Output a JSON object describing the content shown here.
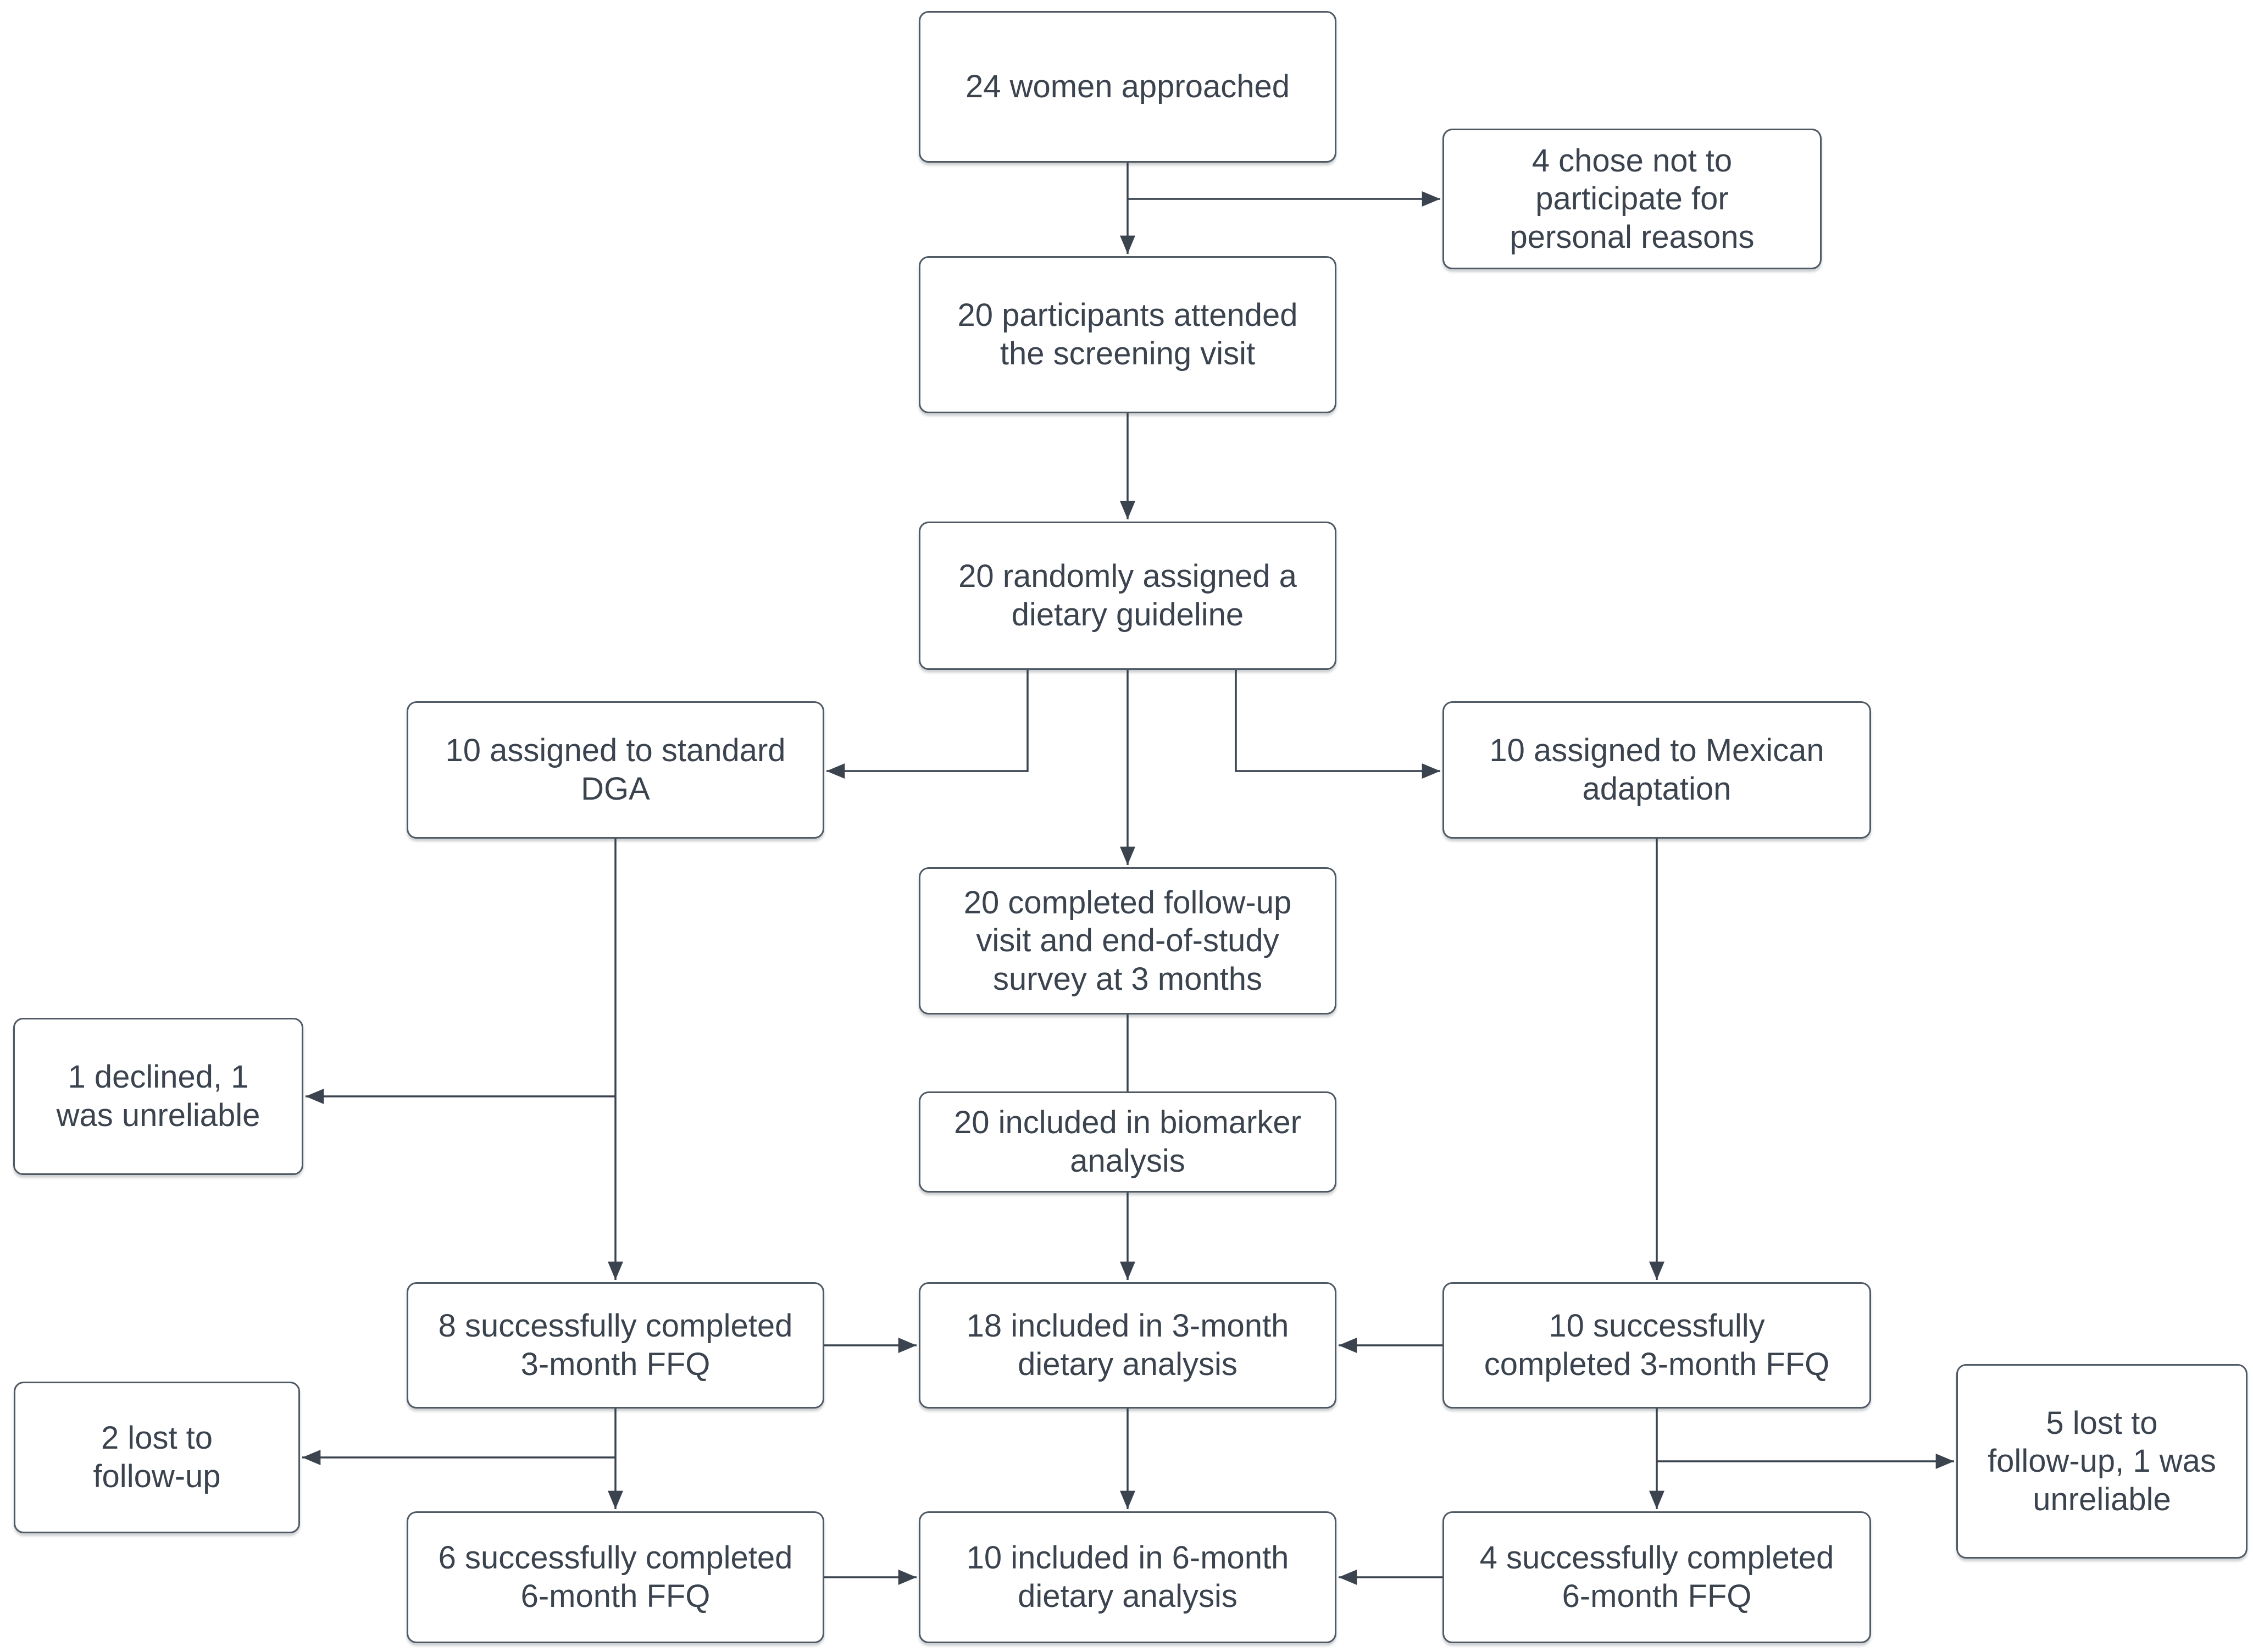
{
  "diagram": {
    "type": "flowchart",
    "background_color": "#ffffff",
    "node_fill_color": "#ffffff",
    "node_border_color": "#505a64",
    "text_color": "#3a434e",
    "connector_color": "#3a434e",
    "nodes": [
      {
        "id": "approached",
        "label": "24 women approached"
      },
      {
        "id": "not-participate",
        "label": "4 chose not to\nparticipate for\npersonal reasons"
      },
      {
        "id": "screening",
        "label": "20 participants attended\nthe screening visit"
      },
      {
        "id": "randomized",
        "label": "20 randomly assigned a\ndietary guideline"
      },
      {
        "id": "standard-dga",
        "label": "10 assigned to standard\nDGA"
      },
      {
        "id": "mexican-adaptation",
        "label": "10 assigned to Mexican\nadaptation"
      },
      {
        "id": "followup-3-months",
        "label": "20 completed follow-up\nvisit and end-of-study\nsurvey at 3 months"
      },
      {
        "id": "declined-unreliable",
        "label": "1 declined, 1\nwas unreliable"
      },
      {
        "id": "biomarker-analysis",
        "label": "20 included in biomarker\nanalysis"
      },
      {
        "id": "ffq-3month-dga",
        "label": "8 successfully completed\n3-month FFQ"
      },
      {
        "id": "diet-analysis-3mo",
        "label": "18 included in 3-month\ndietary analysis"
      },
      {
        "id": "ffq-3month-mex",
        "label": "10 successfully\ncompleted 3-month FFQ"
      },
      {
        "id": "lost-followup-2",
        "label": "2 lost to\nfollow-up"
      },
      {
        "id": "ffq-6month-dga",
        "label": "6 successfully completed\n6-month FFQ"
      },
      {
        "id": "diet-analysis-6mo",
        "label": "10 included in 6-month\ndietary analysis"
      },
      {
        "id": "ffq-6month-mex",
        "label": "4 successfully completed\n6-month FFQ"
      },
      {
        "id": "lost-followup-5",
        "label": "5 lost to\nfollow-up, 1 was\nunreliable"
      }
    ]
  }
}
